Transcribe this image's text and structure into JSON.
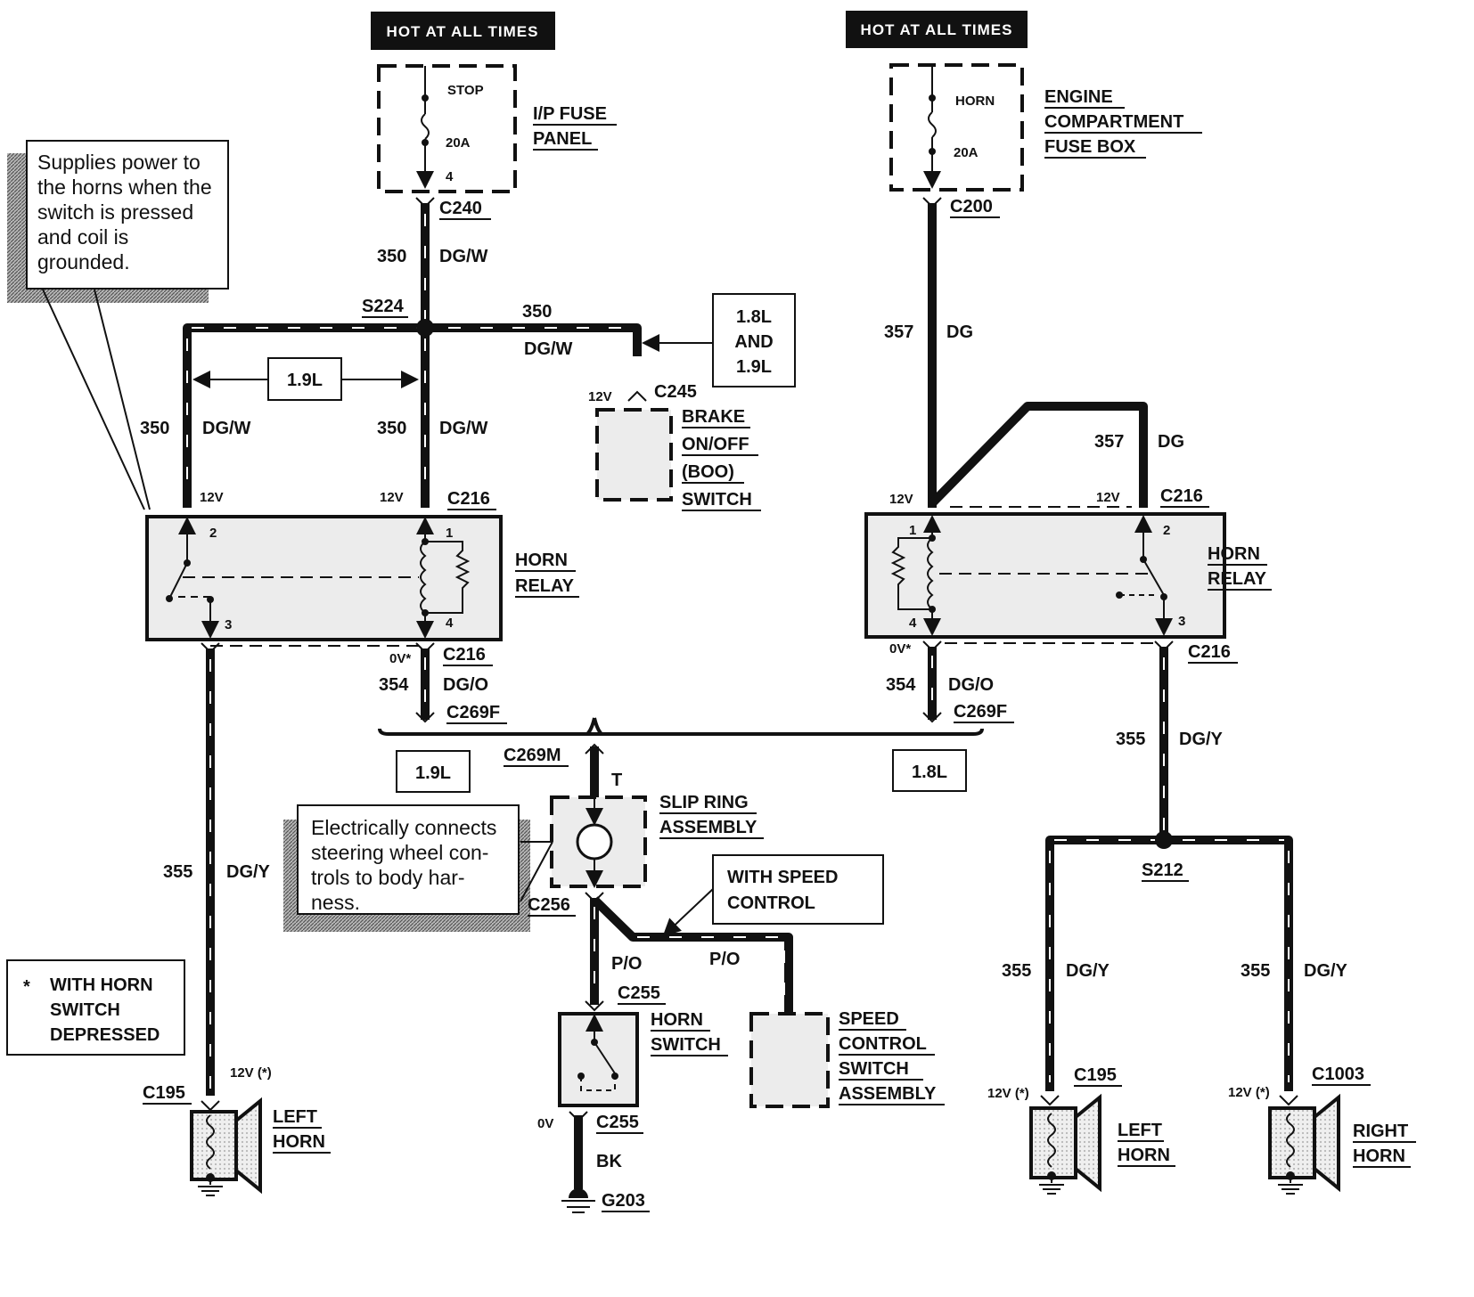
{
  "hot_at_all_times_left": "HOT AT ALL TIMES",
  "hot_at_all_times_right": "HOT AT ALL TIMES",
  "ip_fuse": {
    "name": "STOP",
    "rating": "20A",
    "pin": "4",
    "panel_line1": "I/P FUSE",
    "panel_line2": "PANEL"
  },
  "engine_fuse": {
    "name": "HORN",
    "rating": "20A",
    "box_line1": "ENGINE",
    "box_line2": "COMPARTMENT",
    "box_line3": "FUSE BOX"
  },
  "note_supplies": [
    "Supplies power to",
    "the horns when the",
    "switch  is  pressed",
    "and      coil      is",
    "grounded."
  ],
  "note_slip_ring": [
    "Electrically connects",
    "steering wheel con-",
    "trols  to  body  har-",
    "ness."
  ],
  "note_horn_switch": [
    "WITH HORN",
    "SWITCH",
    "DEPRESSED"
  ],
  "asterisk": "*",
  "connectors": {
    "c240": "C240",
    "c200": "C200",
    "s224": "S224",
    "c245": "C245",
    "c216": "C216",
    "c269f": "C269F",
    "c269m": "C269M",
    "c256": "C256",
    "c255": "C255",
    "c195": "C195",
    "c1003": "C1003",
    "s212": "S212",
    "g203": "G203"
  },
  "circuits": {
    "c350": "350",
    "dgw": "DG/W",
    "c357": "357",
    "dg": "DG",
    "c354": "354",
    "dgo": "DG/O",
    "c355": "355",
    "dgy": "DG/Y",
    "t": "T",
    "po": "P/O",
    "bk": "BK"
  },
  "voltages": {
    "v12": "12V",
    "v0s": "0V*",
    "v0": "0V",
    "v12s": "12V (*)"
  },
  "relay_pins": {
    "p1": "1",
    "p2": "2",
    "p3": "3",
    "p4": "4"
  },
  "engine_labels": {
    "l19": "1.9L",
    "l18": "1.8L",
    "l18and19": [
      "1.8L",
      "AND",
      "1.9L"
    ]
  },
  "components": {
    "brake_switch": [
      "BRAKE",
      "ON/OFF",
      "(BOO)",
      "SWITCH"
    ],
    "horn_relay": [
      "HORN",
      "RELAY"
    ],
    "slip_ring": [
      "SLIP RING",
      "ASSEMBLY"
    ],
    "with_speed_control": [
      "WITH SPEED",
      "CONTROL"
    ],
    "horn_switch": [
      "HORN",
      "SWITCH"
    ],
    "speed_control_switch": [
      "SPEED",
      "CONTROL",
      "SWITCH",
      "ASSEMBLY"
    ],
    "left_horn": [
      "LEFT",
      "HORN"
    ],
    "right_horn": [
      "RIGHT",
      "HORN"
    ]
  }
}
